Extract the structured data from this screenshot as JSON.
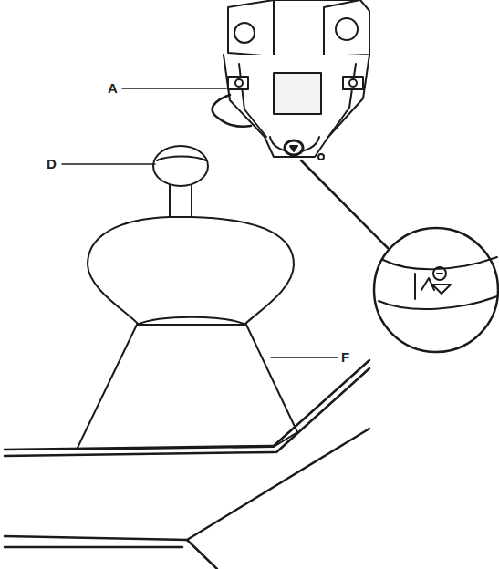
{
  "diagram": {
    "labels": [
      "A",
      "D",
      "F"
    ]
  }
}
